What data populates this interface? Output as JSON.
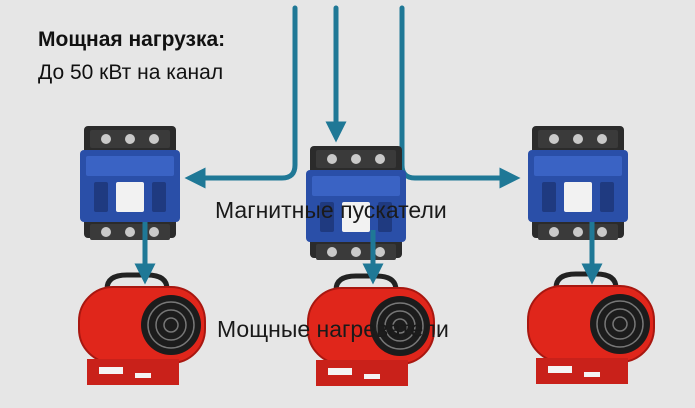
{
  "heading": {
    "title": "Мощная нагрузка:",
    "subtitle": "До 50 кВт на канал"
  },
  "labels": {
    "contactors": "Магнитные пускатели",
    "heaters": "Мощные нагреватели"
  },
  "colors": {
    "background": "#e6e6e6",
    "line": "#1f7896",
    "contactor_body": "#2a4fa8",
    "contactor_base": "#2b2b2b",
    "heater_body": "#e0261b",
    "heater_grille": "#1c1c1c"
  },
  "icons": [
    "contactor-icon",
    "heater-icon",
    "arrow-icon"
  ]
}
